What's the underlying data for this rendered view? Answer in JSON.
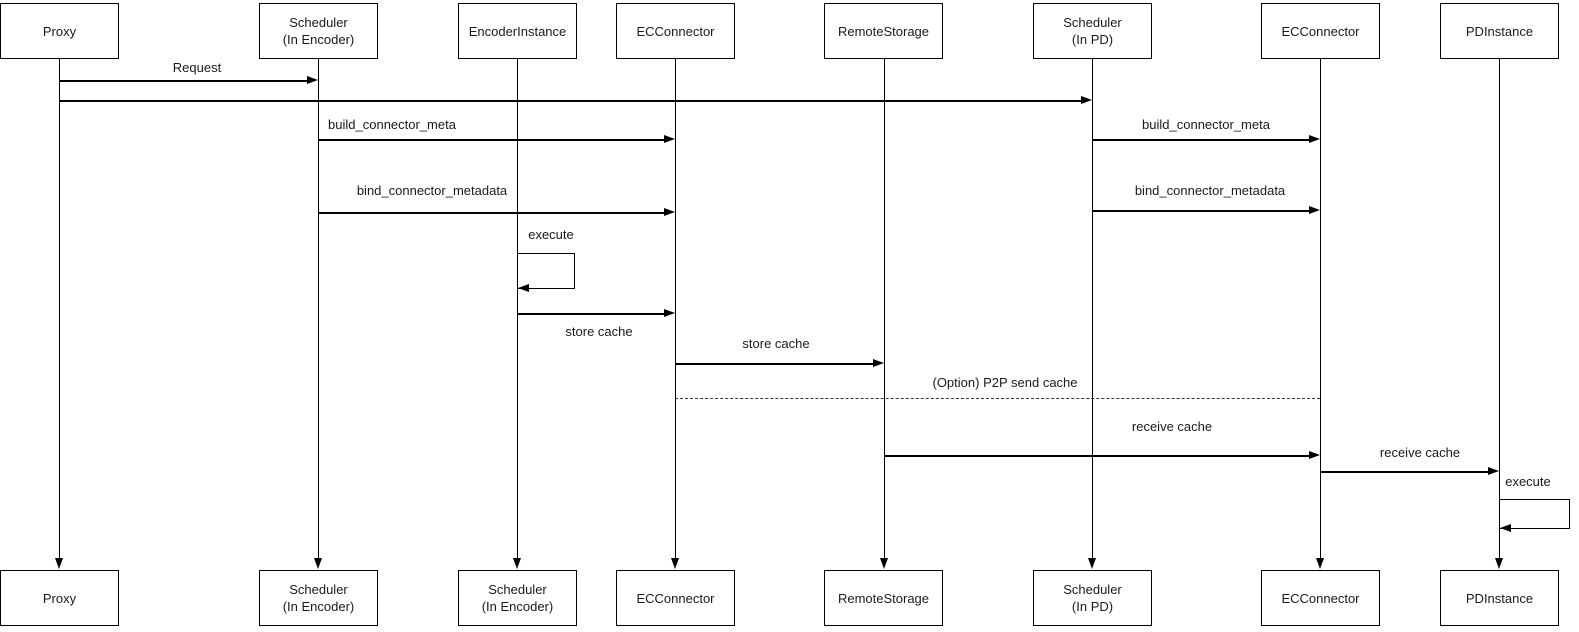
{
  "diagram": {
    "type": "sequence-diagram",
    "background_color": "#ffffff",
    "line_color": "#000000",
    "actors": [
      {
        "id": "proxy",
        "top_label": "Proxy",
        "bottom_label": "Proxy"
      },
      {
        "id": "scheduler-encoder",
        "top_label": "Scheduler\n(In Encoder)",
        "bottom_label": "Scheduler\n(In Encoder)"
      },
      {
        "id": "encoder-instance",
        "top_label": "EncoderInstance",
        "bottom_label": "Scheduler\n(In Encoder)"
      },
      {
        "id": "ecconnector-enc",
        "top_label": "ECConnector",
        "bottom_label": "ECConnector"
      },
      {
        "id": "remote-storage",
        "top_label": "RemoteStorage",
        "bottom_label": "RemoteStorage"
      },
      {
        "id": "scheduler-pd",
        "top_label": "Scheduler\n(In PD)",
        "bottom_label": "Scheduler\n(In PD)"
      },
      {
        "id": "ecconnector-pd",
        "top_label": "ECConnector",
        "bottom_label": "ECConnector"
      },
      {
        "id": "pd-instance",
        "top_label": "PDInstance",
        "bottom_label": "PDInstance"
      }
    ],
    "messages": [
      {
        "label": "Request",
        "from": "Proxy",
        "to": "Scheduler (In Encoder)",
        "style": "solid"
      },
      {
        "label": "",
        "from": "Proxy",
        "to": "Scheduler (In PD)",
        "style": "solid"
      },
      {
        "label": "build_connector_meta",
        "from": "Scheduler (In Encoder)",
        "to": "ECConnector (encoder)",
        "style": "solid"
      },
      {
        "label": "build_connector_meta",
        "from": "Scheduler (In PD)",
        "to": "ECConnector (PD)",
        "style": "solid"
      },
      {
        "label": "bind_connector_metadata",
        "from": "Scheduler (In Encoder)",
        "to": "ECConnector (encoder)",
        "style": "solid"
      },
      {
        "label": "bind_connector_metadata",
        "from": "Scheduler (In PD)",
        "to": "ECConnector (PD)",
        "style": "solid"
      },
      {
        "label": "execute",
        "from": "EncoderInstance",
        "to": "EncoderInstance",
        "style": "self-loop"
      },
      {
        "label": "store cache",
        "from": "EncoderInstance",
        "to": "ECConnector (encoder)",
        "style": "solid"
      },
      {
        "label": "store cache",
        "from": "ECConnector (encoder)",
        "to": "RemoteStorage",
        "style": "solid"
      },
      {
        "label": "(Option) P2P send cache",
        "from": "ECConnector (encoder)",
        "to": "ECConnector (PD)",
        "style": "dashed"
      },
      {
        "label": "receive cache",
        "from": "RemoteStorage",
        "to": "ECConnector (PD)",
        "style": "solid"
      },
      {
        "label": "receive cache",
        "from": "ECConnector (PD)",
        "to": "PDInstance",
        "style": "solid"
      },
      {
        "label": "execute",
        "from": "PDInstance",
        "to": "PDInstance",
        "style": "self-loop"
      }
    ]
  }
}
